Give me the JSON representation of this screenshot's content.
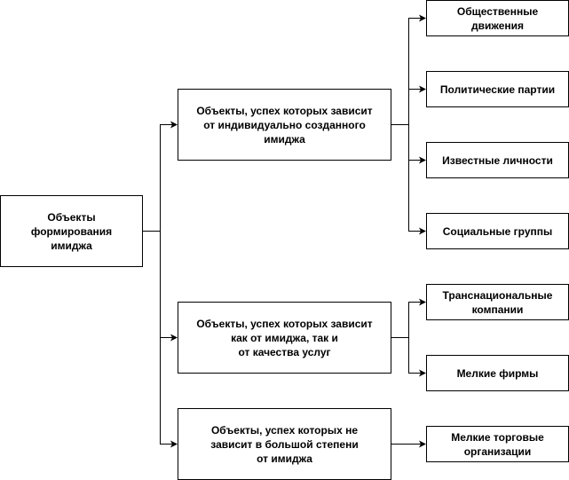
{
  "diagram": {
    "root": {
      "label": "Объекты\nформирования\nимиджа"
    },
    "categories": [
      {
        "label": "Объекты, успех которых зависит\nот индивидуально созданного\nимиджа",
        "children": [
          "Общественные\nдвижения",
          "Политические партии",
          "Известные личности",
          "Социальные группы"
        ]
      },
      {
        "label": "Объекты, успех которых зависит\nкак от имиджа, так и\nот качества услуг",
        "children": [
          "Транснациональные\nкомпании",
          "Мелкие фирмы"
        ]
      },
      {
        "label": "Объекты, успех которых не\nзависит в большой степени\nот имиджа",
        "children": [
          "Мелкие торговые\nорганизации"
        ]
      }
    ]
  }
}
